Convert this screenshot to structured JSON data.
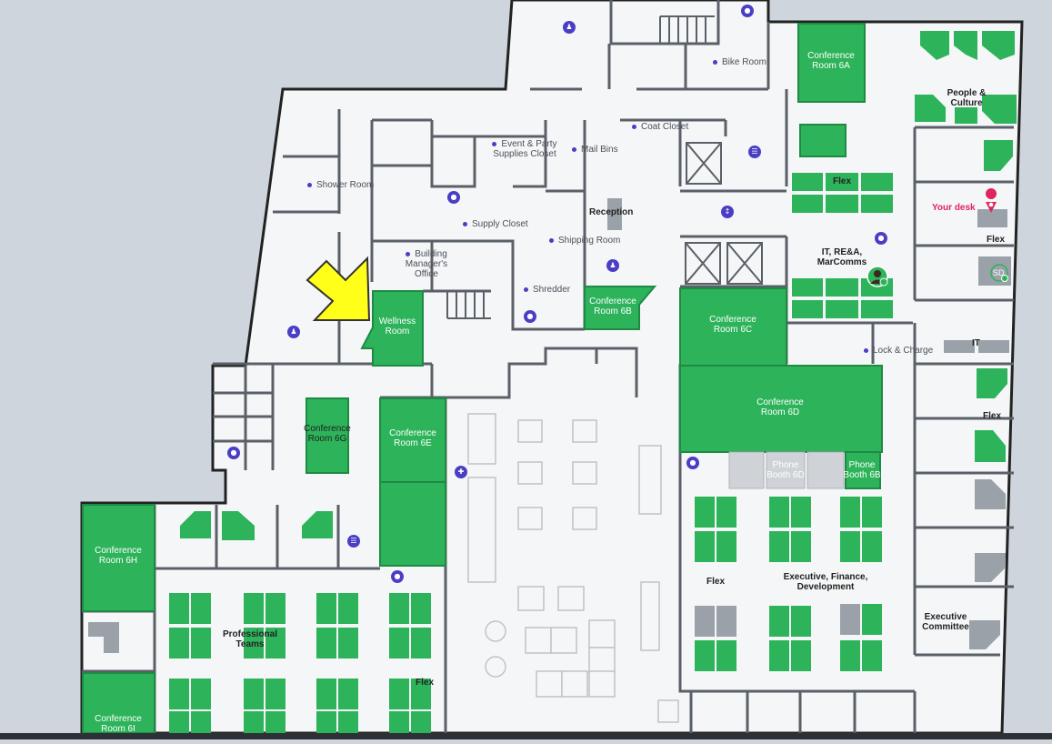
{
  "rooms": {
    "conf_6a": "Conference Room 6A",
    "people_culture": "People & Culture",
    "bike_room": "Bike Room",
    "coat_closet": "Coat Closet",
    "event_party": "Event & Party Supplies Closet",
    "mail_bins": "Mail Bins",
    "shower_room": "Shower Room",
    "supply_closet": "Supply Closet",
    "reception": "Reception",
    "shipping_room": "Shipping Room",
    "building_manager": "Building Manager's Office",
    "shredder": "Shredder",
    "conf_6b": "Conference Room 6B",
    "wellness_room": "Wellness Room",
    "conf_6c": "Conference Room 6C",
    "flex": "Flex",
    "your_desk": "Your desk",
    "it_rea_marcomms": "IT, RE&A, MarComms",
    "lock_charge": "Lock & Charge",
    "it": "IT",
    "conf_6d": "Conference Room 6D",
    "conf_6g": "Conference Room 6G",
    "conf_6e": "Conference Room 6E",
    "phone_6d": "Phone Booth 6D",
    "phone_6b": "Phone Booth 6B",
    "conf_6h": "Conference Room 6H",
    "professional_teams": "Professional Teams",
    "exec_fin_dev": "Executive, Finance, Development",
    "exec_committee": "Executive Committee",
    "conf_6i": "Conference Room 6I"
  },
  "avatar_initials": "SD",
  "colors": {
    "room_green": "#2db35a",
    "room_green_dark": "#1e8a44",
    "desk_gray": "#9aa1a8",
    "wall": "#555b63",
    "floor": "#f5f6f7",
    "outside": "#cfd5dc",
    "poi_purple": "#4a3ec4",
    "highlight_arrow": "#ffff1a",
    "your_desk_pink": "#e0245e"
  }
}
